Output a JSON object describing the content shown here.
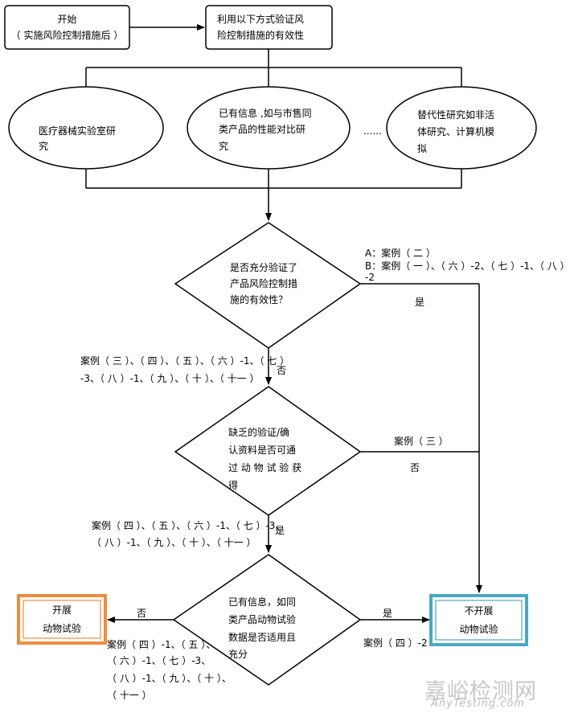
{
  "start": {
    "line1": "开始",
    "line2": "（ 实施风险控制措施后 ）"
  },
  "verify_box": {
    "line1": "利用以下方式验证风",
    "line2": "险控制措施的有效性"
  },
  "methods": [
    {
      "line1": "医疗器械实验室研",
      "line2": "究"
    },
    {
      "line1": "已有信息 ,如与市售同",
      "line2": "类产品的性能对比研",
      "line3": "究"
    },
    {
      "line1": "替代性研究如非活",
      "line2": "体研究、计算机模",
      "line3": "拟"
    }
  ],
  "ellipsis": "......",
  "decision1": {
    "line1": "是否充分验证了",
    "line2": "产品风险控制措",
    "line3": "施的有效性？"
  },
  "decision2": {
    "line1": "缺乏的验证/确",
    "line2": "认资料是否可通",
    "line3": "过 动 物 试 验 获",
    "line4": "得"
  },
  "decision3": {
    "line1": "已有信息，如同",
    "line2": "类产品动物试验",
    "line3": "数据是否适用且",
    "line4": "充分"
  },
  "labels": {
    "d1_right_a": "A：案例（ 二 ）",
    "d1_right_b1": "B：案例（ 一 ）、（ 六 ）-2、（ 七 ）-1、（ 八 ）",
    "d1_right_b2": "-2",
    "yes": "是",
    "no": "否",
    "d1_down_1": "案例（ 三 ）、（ 四 ）、（ 五 ）、（ 六 ）-1、（ 七 ）",
    "d1_down_2": "-3、（ 八 ）-1、（ 九 ）、（ 十 ）、（ 十一 ）",
    "d2_right": "案例（ 三 ）",
    "d2_down_1": "案例（ 四 ）、（ 五 ）、（ 六 ）-1、（ 七 ）-3、",
    "d2_down_2": "（ 八 ）-1、（ 九 ）、（ 十 ）、（ 十一 ）",
    "d3_right": "案例（ 四 ）-2",
    "d3_left_1": "案例（ 四 ）-1、（ 五 ）、",
    "d3_left_2": "（ 六 ）-1、（ 七 ）-3、",
    "d3_left_3": "（ 八 ）-1、（ 九 ）、（ 十 ）、",
    "d3_left_4": "（ 十一 ）"
  },
  "outcome_left": {
    "line1": "开展",
    "line2": "动物试验"
  },
  "outcome_right": {
    "line1": "不开展",
    "line2": "动物试验"
  },
  "watermark": {
    "cn": "嘉峪检测网",
    "en": "AnyTesting.com"
  },
  "colors": {
    "left_outcome_border": "#f08c3c",
    "right_outcome_border": "#4aa8c4",
    "line": "#000000"
  }
}
